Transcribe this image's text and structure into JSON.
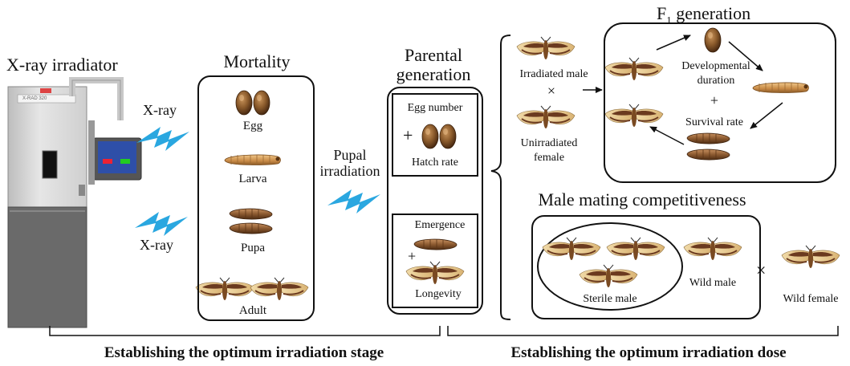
{
  "irradiator": {
    "title": "X-ray irradiator",
    "model": "X-RAD 320"
  },
  "beams": {
    "upper": "X-ray",
    "lower": "X-ray"
  },
  "mortality": {
    "title": "Mortality",
    "stages": [
      "Egg",
      "Larva",
      "Pupa",
      "Adult"
    ]
  },
  "pupal_irradiation": {
    "line1": "Pupal",
    "line2": "irradiation"
  },
  "parental": {
    "title_line1": "Parental",
    "title_line2": "generation",
    "egg_number": "Egg number",
    "plus": "+",
    "hatch_rate": "Hatch rate",
    "emergence": "Emergence",
    "longevity": "Longevity"
  },
  "cross": {
    "irradiated_male": "Irradiated male",
    "times": "×",
    "unirradiated_line1": "Unirradiated",
    "unirradiated_line2": "female"
  },
  "f1": {
    "title_main": "F",
    "title_sub": "1",
    "title_rest": " generation",
    "developmental_line1": "Developmental",
    "developmental_line2": "duration",
    "plus": "+",
    "survival_rate": "Survival rate"
  },
  "competitiveness": {
    "title": "Male mating competitiveness",
    "sterile_male": "Sterile male",
    "wild_male": "Wild male",
    "times": "×",
    "wild_female": "Wild female"
  },
  "footer": {
    "left": "Establishing the optimum irradiation stage",
    "right": "Establishing the optimum irradiation dose"
  },
  "colors": {
    "beam": "#2aa7e0",
    "moth_wing_light": "#e7c98f",
    "moth_wing_dark": "#6b3a1f",
    "egg": "#8a5a2b",
    "larva": "#d19a52",
    "pupa": "#8c5a30"
  }
}
